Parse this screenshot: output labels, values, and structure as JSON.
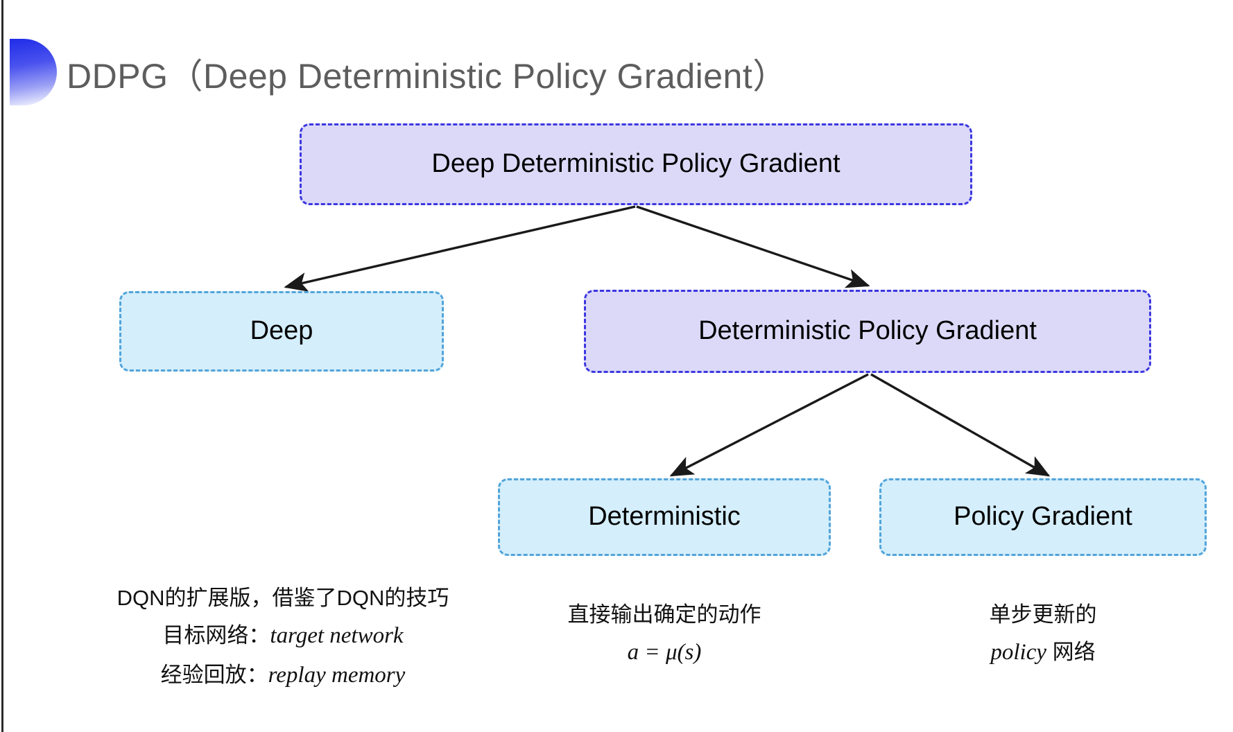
{
  "slide": {
    "title": "DDPG（Deep Deterministic Policy Gradient）",
    "background_color": "#ffffff",
    "title_color": "#5d5d5d",
    "accent_color": "#2b37e8"
  },
  "palette": {
    "purple_fill": "#dcd9f8",
    "purple_border": "#3b37e0",
    "blue_fill": "#d4eefb",
    "blue_border": "#51a4da",
    "arrow_color": "#1a1a1a"
  },
  "diagram": {
    "type": "tree",
    "nodes": [
      {
        "id": "root",
        "label": "Deep Deterministic Policy Gradient",
        "style": "purple"
      },
      {
        "id": "deep",
        "label": "Deep",
        "style": "blue"
      },
      {
        "id": "dpg",
        "label": "Deterministic Policy Gradient",
        "style": "purple"
      },
      {
        "id": "determ",
        "label": "Deterministic",
        "style": "blue"
      },
      {
        "id": "pg",
        "label": "Policy Gradient",
        "style": "blue"
      }
    ],
    "edges": [
      {
        "from": "root",
        "to": "deep"
      },
      {
        "from": "root",
        "to": "dpg"
      },
      {
        "from": "dpg",
        "to": "determ"
      },
      {
        "from": "dpg",
        "to": "pg"
      }
    ]
  },
  "annotations": {
    "deep": {
      "line1": "DQN的扩展版，借鉴了DQN的技巧",
      "line2_label": "目标网络：",
      "line2_term": "target network",
      "line3_label": "经验回放：",
      "line3_term": "replay memory"
    },
    "deterministic": {
      "line1": "直接输出确定的动作",
      "formula": "a = μ(s)"
    },
    "policy_gradient": {
      "line1": "单步更新的",
      "line2_term": "policy",
      "line2_suffix": " 网络"
    }
  }
}
